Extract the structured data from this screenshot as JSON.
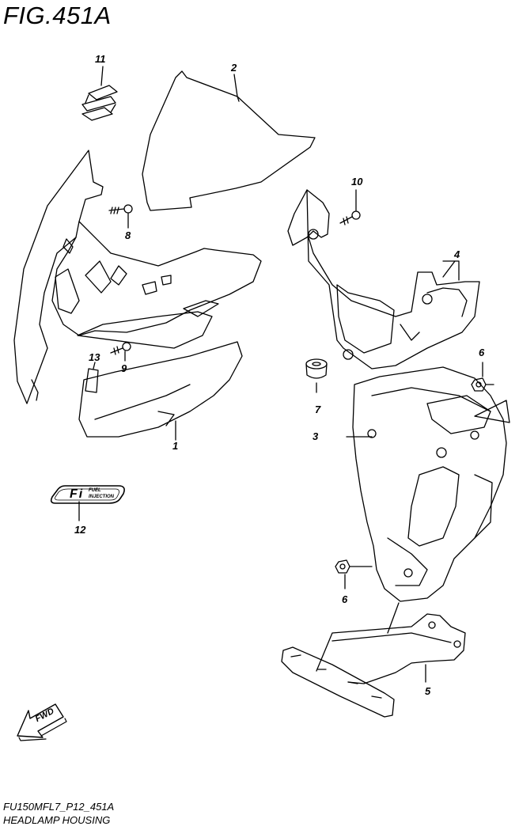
{
  "figure": {
    "title": "FIG.451A"
  },
  "callouts": {
    "c1": "1",
    "c2": "2",
    "c3": "3",
    "c4": "4",
    "c5": "5",
    "c6a": "6",
    "c6b": "6",
    "c7": "7",
    "c8": "8",
    "c9": "9",
    "c10": "10",
    "c11": "11",
    "c12": "12",
    "c13": "13"
  },
  "decal": {
    "logo_text": "Fi",
    "line1": "FUEL",
    "line2": "INJECTION"
  },
  "arrow": {
    "label": "FWD"
  },
  "footer": {
    "code": "FU150MFL7_P12_451A",
    "name": "HEADLAMP HOUSING"
  },
  "colors": {
    "line": "#000000",
    "background": "#ffffff"
  }
}
